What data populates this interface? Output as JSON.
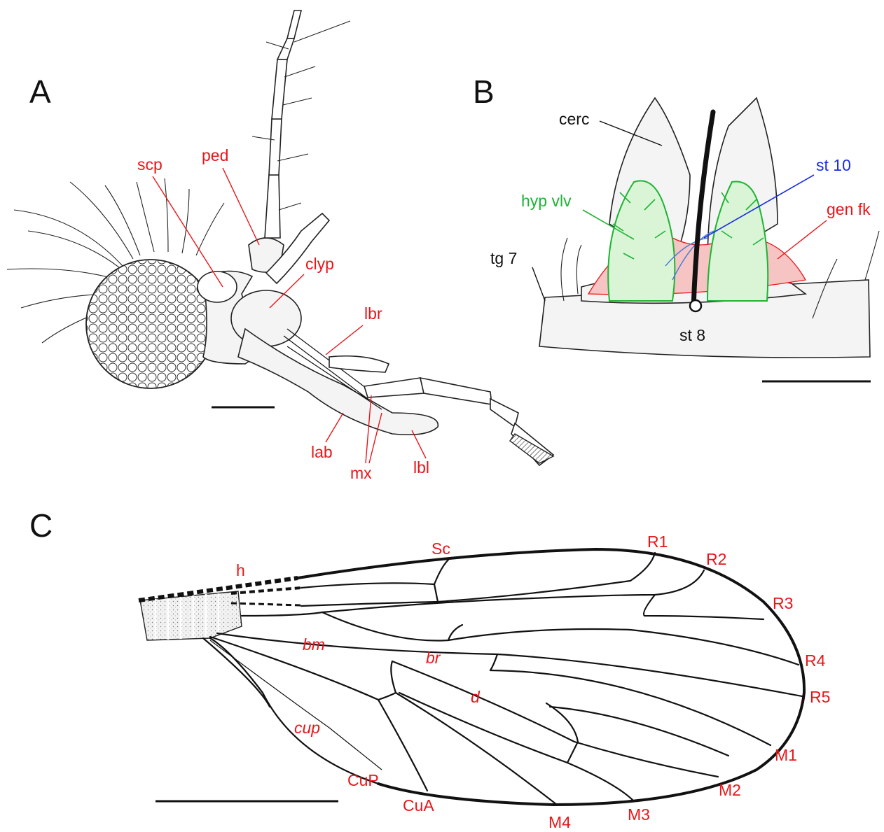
{
  "panels": {
    "a": {
      "letter": "A",
      "labels": {
        "scp": "scp",
        "ped": "ped",
        "clyp": "clyp",
        "lbr": "lbr",
        "lab": "lab",
        "mx": "mx",
        "lbl": "lbl"
      }
    },
    "b": {
      "letter": "B",
      "labels": {
        "cerc": "cerc",
        "st10": "st 10",
        "hyp_vlv": "hyp vlv",
        "gen_fk": "gen fk",
        "tg7": "tg 7",
        "st8": "st 8"
      }
    },
    "c": {
      "letter": "C",
      "labels": {
        "h": "h",
        "sc": "Sc",
        "r1": "R1",
        "r2": "R2",
        "r3": "R3",
        "r4": "R4",
        "r5": "R5",
        "m1": "M1",
        "m2": "M2",
        "m3": "M3",
        "m4": "M4",
        "cua": "CuA",
        "cup_vein": "CuP",
        "bm": "bm",
        "br": "br",
        "d": "d",
        "cup_cell": "cup"
      }
    }
  },
  "colors": {
    "label_red": "#e8161a",
    "label_green": "#1fb335",
    "label_blue": "#1a2ee0",
    "label_black": "#111111"
  }
}
